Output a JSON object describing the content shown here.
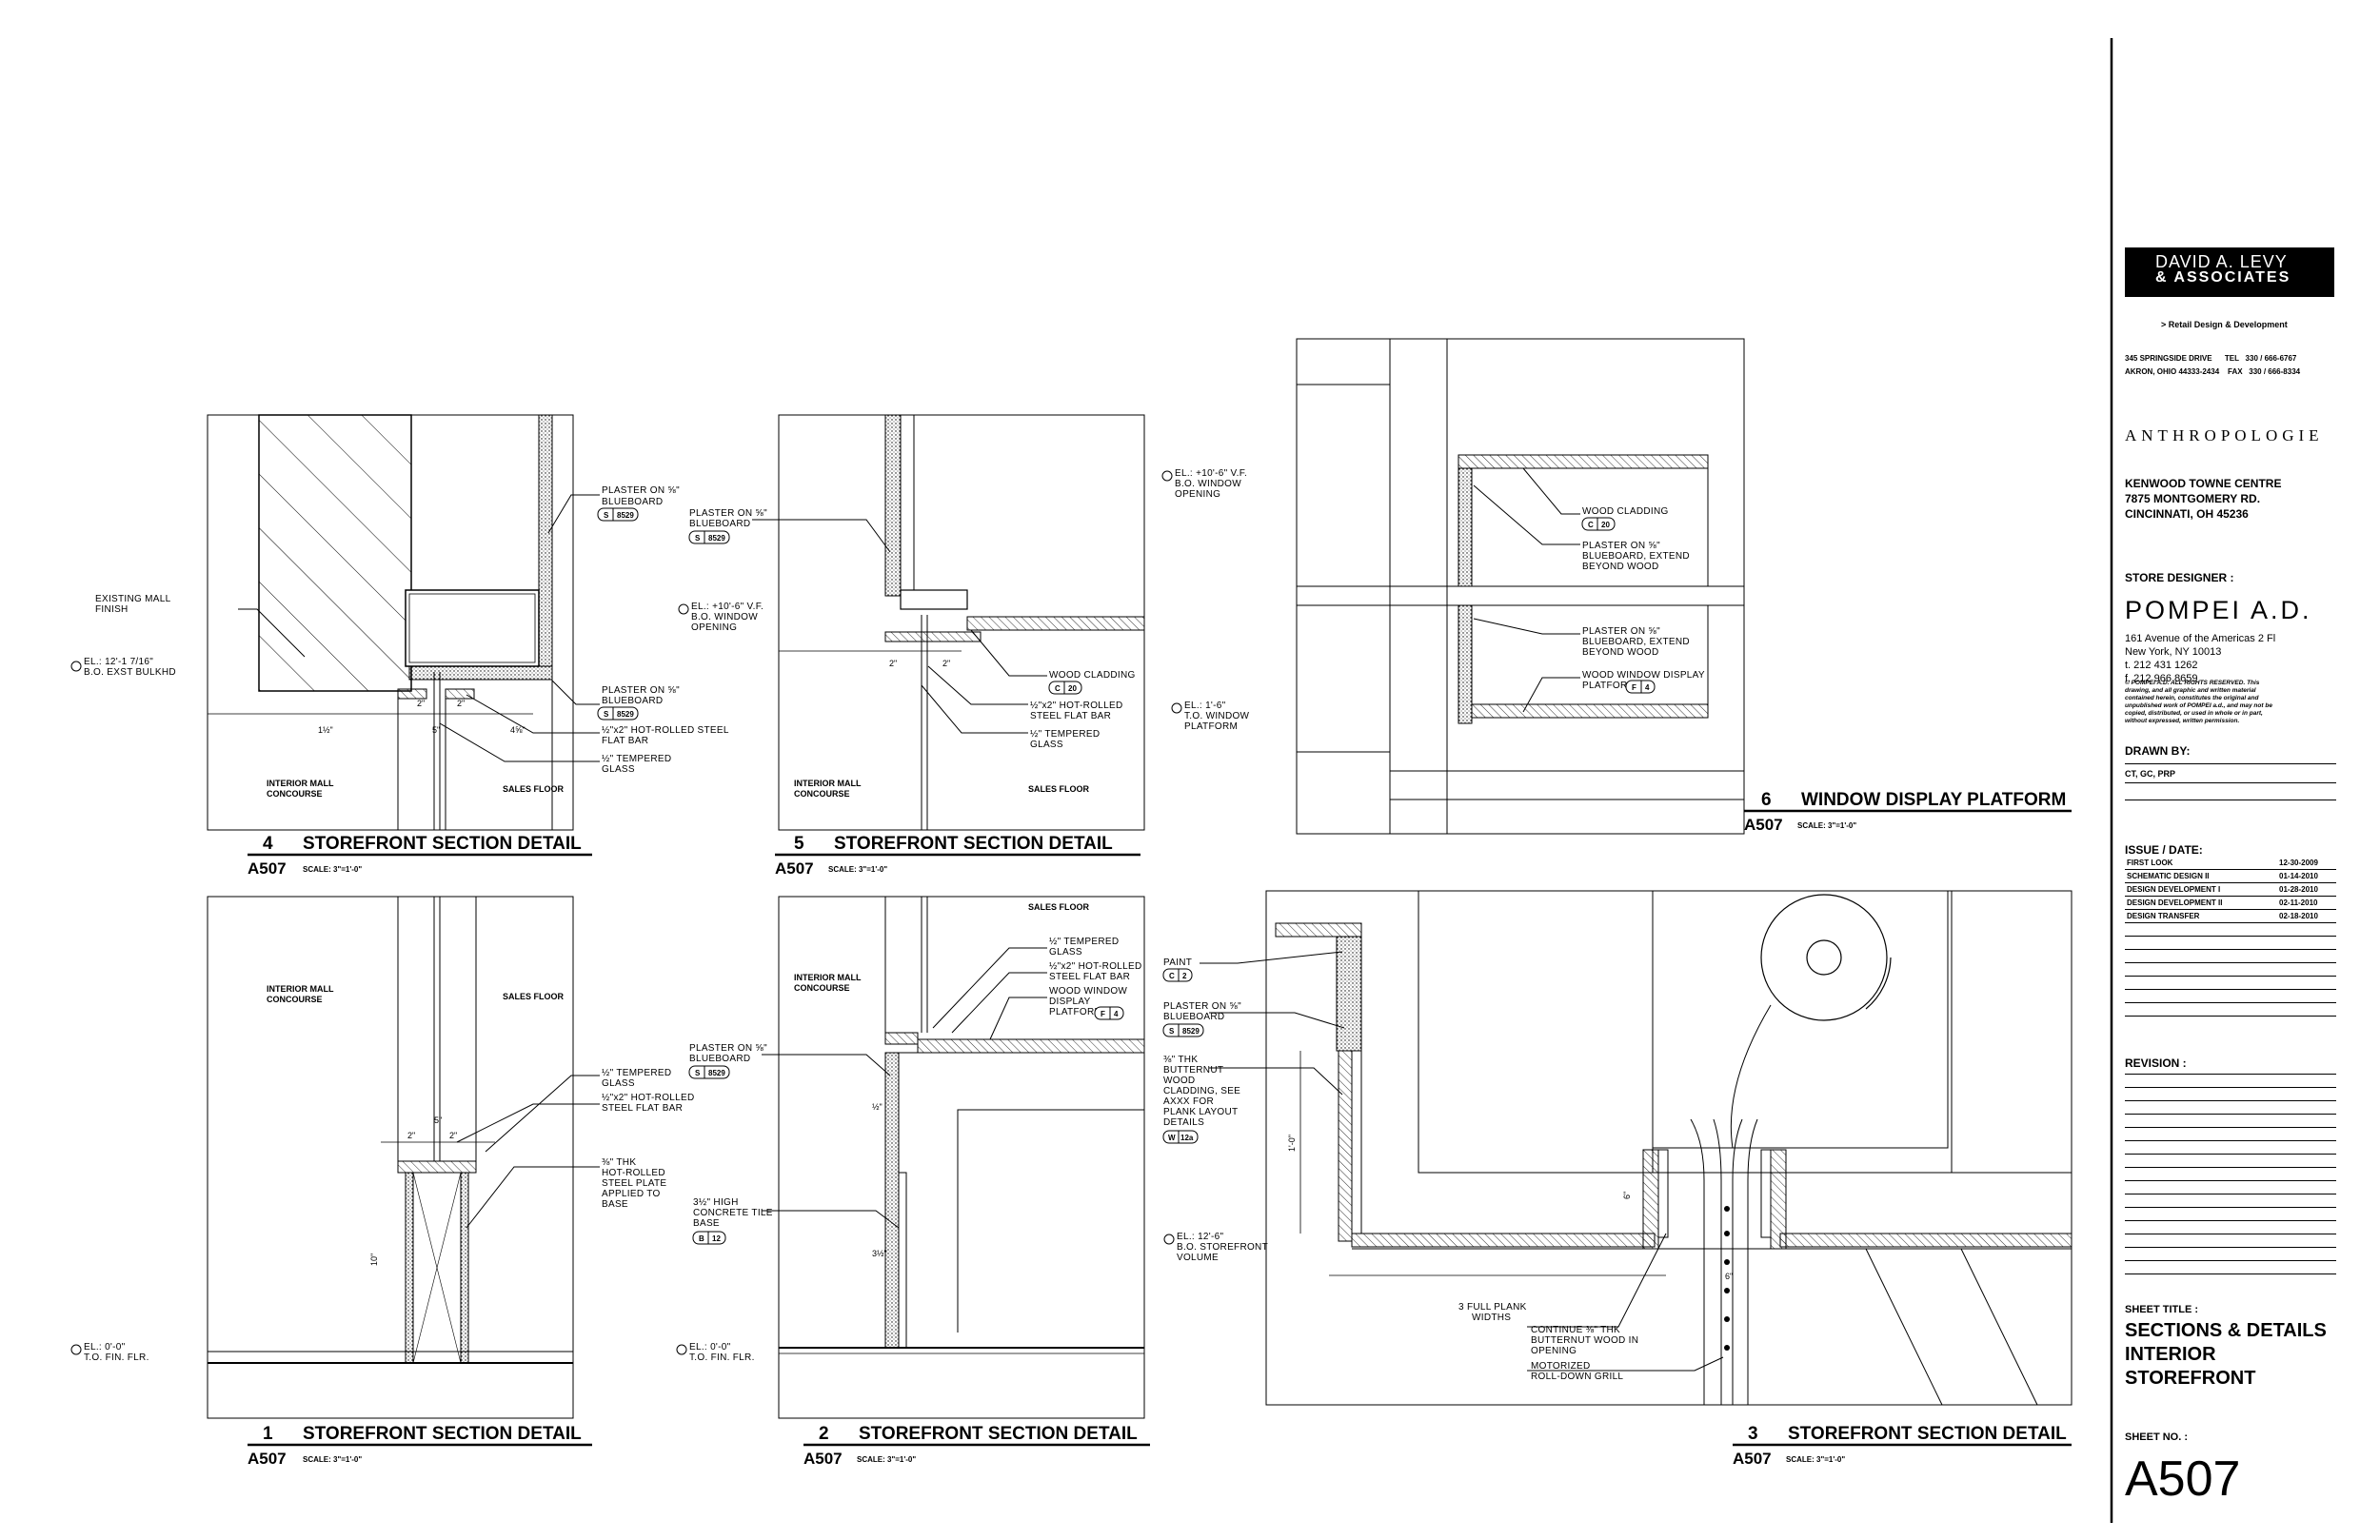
{
  "details": [
    {
      "number": "4",
      "title": "STOREFRONT SECTION DETAIL",
      "sheet": "A507",
      "scale": "SCALE: 3\"=1'-0\""
    },
    {
      "number": "5",
      "title": "STOREFRONT SECTION DETAIL",
      "sheet": "A507",
      "scale": "SCALE: 3\"=1'-0\""
    },
    {
      "number": "6",
      "title": "WINDOW DISPLAY PLATFORM",
      "sheet": "A507",
      "scale": "SCALE: 3\"=1'-0\""
    },
    {
      "number": "1",
      "title": "STOREFRONT SECTION DETAIL",
      "sheet": "A507",
      "scale": "SCALE: 3\"=1'-0\""
    },
    {
      "number": "2",
      "title": "STOREFRONT SECTION DETAIL",
      "sheet": "A507",
      "scale": "SCALE: 3\"=1'-0\""
    },
    {
      "number": "3",
      "title": "STOREFRONT SECTION DETAIL",
      "sheet": "A507",
      "scale": "SCALE: 3\"=1'-0\""
    }
  ],
  "labels": {
    "d4": {
      "plaster1": "PLASTER ON ⅝\"",
      "plaster1b": "BLUEBOARD",
      "tag1": "8529",
      "mall1": "EXISTING MALL",
      "mall2": "FINISH",
      "el1": "EL.: 12'-1 7/16\"",
      "el2": "B.O. EXST BULKHD",
      "plaster2": "PLASTER ON ⅝\"",
      "plaster2b": "BLUEBOARD",
      "tag2": "8529",
      "bar1": "½\"x2\" HOT-ROLLED STEEL",
      "bar2": "FLAT BAR",
      "glass1": "½\" TEMPERED",
      "glass2": "GLASS",
      "mallc1": "INTERIOR MALL",
      "mallc2": "CONCOURSE",
      "sales": "SALES FLOOR",
      "d1": "1½\"",
      "d2": "2\"",
      "d3": "2\"",
      "d4": "5\"",
      "d5": "4⅝\""
    },
    "d5": {
      "plaster1": "PLASTER ON ⅝\"",
      "plaster1b": "BLUEBOARD",
      "tag1": "8529",
      "el1": "EL.: +10'-6\" V.F.",
      "el2": "B.O. WINDOW",
      "el3": "OPENING",
      "wood1": "WOOD CLADDING",
      "tagw": "20",
      "bar1": "½\"x2\" HOT-ROLLED",
      "bar2": "STEEL FLAT BAR",
      "glass1": "½\" TEMPERED",
      "glass2": "GLASS",
      "mallc1": "INTERIOR MALL",
      "mallc2": "CONCOURSE",
      "sales": "SALES FLOOR",
      "d1": "2\"",
      "d2": "2\""
    },
    "d6": {
      "el1": "EL.: +10'-6\" V.F.",
      "el2": "B.O. WINDOW",
      "el3": "OPENING",
      "wood1": "WOOD CLADDING",
      "tagw": "20",
      "pl1": "PLASTER ON ⅝\"",
      "pl2": "BLUEBOARD, EXTEND",
      "pl3": "BEYOND WOOD",
      "pl4": "PLASTER ON ⅝\"",
      "pl5": "BLUEBOARD, EXTEND",
      "pl6": "BEYOND WOOD",
      "plat1": "WOOD WINDOW DISPLAY",
      "plat2": "PLATFORM",
      "tagp": "4",
      "el4": "EL.: 1'-6\"",
      "el5": "T.O. WINDOW",
      "el6": "PLATFORM"
    },
    "d1": {
      "mallc1": "INTERIOR MALL",
      "mallc2": "CONCOURSE",
      "sales": "SALES FLOOR",
      "glass1": "½\" TEMPERED",
      "glass2": "GLASS",
      "bar1": "½\"x2\" HOT-ROLLED",
      "bar2": "STEEL FLAT BAR",
      "pl1": "⅜\" THK",
      "pl2": "HOT-ROLLED",
      "pl3": "STEEL PLATE",
      "pl4": "APPLIED TO",
      "pl5": "BASE",
      "el1": "EL.: 0'-0\"",
      "el2": "T.O. FIN. FLR.",
      "d1": "2\"",
      "d2": "2\"",
      "d3": "5\"",
      "d4": "10\""
    },
    "d2": {
      "sales": "SALES FLOOR",
      "mallc1": "INTERIOR MALL",
      "mallc2": "CONCOURSE",
      "glass1": "½\" TEMPERED",
      "glass2": "GLASS",
      "bar1": "½\"x2\" HOT-ROLLED",
      "bar2": "STEEL FLAT BAR",
      "wp1": "WOOD WINDOW",
      "wp2": "DISPLAY",
      "wp3": "PLATFORM",
      "tagp": "4",
      "pl1": "PLASTER ON ⅝\"",
      "pl2": "BLUEBOARD",
      "tag1": "8529",
      "tile1": "3½\" HIGH",
      "tile2": "CONCRETE TILE",
      "tile3": "BASE",
      "tagt": "12",
      "el1": "EL.: 0'-0\"",
      "el2": "T.O. FIN. FLR.",
      "d1": "½\"",
      "d2": "3½\""
    },
    "d3": {
      "paint": "PAINT",
      "tagpaint": "2",
      "pl1": "PLASTER ON ⅝\"",
      "pl2": "BLUEBOARD",
      "tag1": "8529",
      "bw1": "⅜\" THK",
      "bw2": "BUTTERNUT",
      "bw3": "WOOD",
      "bw4": "CLADDING, SEE",
      "bw5": "AXXX FOR",
      "bw6": "PLANK LAYOUT",
      "bw7": "DETAILS",
      "tagw": "12a",
      "el1": "EL.: 12'-6\"",
      "el2": "B.O. STOREFRONT",
      "el3": "VOLUME",
      "plank1": "3 FULL PLANK",
      "plank2": "WIDTHS",
      "cont1": "CONTINUE ⅜\" THK",
      "cont2": "BUTTERNUT WOOD IN",
      "cont3": "OPENING",
      "grill1": "MOTORIZED",
      "grill2": "ROLL-DOWN GRILL",
      "d1": "1'-0\"",
      "d2": "6\"",
      "d3": "6\""
    }
  },
  "tags": {
    "S": "S",
    "C": "C",
    "F": "F",
    "B": "B",
    "W": "W"
  },
  "titleblock": {
    "firm_name": "DAVID A. LEVY",
    "firm_assoc": "& ASSOCIATES",
    "tagline": "> Retail Design & Development",
    "address": "345 SPRINGSIDE DRIVE      TEL   330 / 666-6767\nAKRON, OHIO 44333-2434    FAX   330 / 666-8334",
    "client": "ANTHROPOLOGIE",
    "project": [
      "KENWOOD TOWNE CENTRE",
      "7875 MONTGOMERY RD.",
      "CINCINNATI, OH 45236"
    ],
    "store_designer_label": "STORE DESIGNER :",
    "designer": "POMPEI A.D.",
    "designer_address": [
      "161 Avenue of the Americas 2 Fl",
      "New York, NY 10013",
      "t. 212 431 1262",
      "f. 212 966 8659"
    ],
    "copyright": "© POMPEI A.D. ALL RIGHTS RESERVED. This drawing, and all graphic and written material contained herein, constitutes the original and unpublished work of POMPEI a.d., and may not be copied, distributed, or used in whole or in part, without expressed, written permission.",
    "drawn_by_label": "DRAWN BY:",
    "drawn_by": "CT, GC, PRP",
    "issue_label": "ISSUE / DATE:",
    "issues": [
      {
        "name": "FIRST LOOK",
        "date": "12-30-2009"
      },
      {
        "name": "SCHEMATIC DESIGN II",
        "date": "01-14-2010"
      },
      {
        "name": "DESIGN DEVELOPMENT I",
        "date": "01-28-2010"
      },
      {
        "name": "DESIGN DEVELOPMENT II",
        "date": "02-11-2010"
      },
      {
        "name": "DESIGN TRANSFER",
        "date": "02-18-2010"
      }
    ],
    "revision_label": "REVISION :",
    "sheet_title_label": "SHEET TITLE :",
    "sheet_title": "SECTIONS & DETAILS\nINTERIOR\nSTOREFRONT",
    "sheet_no_label": "SHEET NO. :",
    "sheet_no": "A507"
  }
}
